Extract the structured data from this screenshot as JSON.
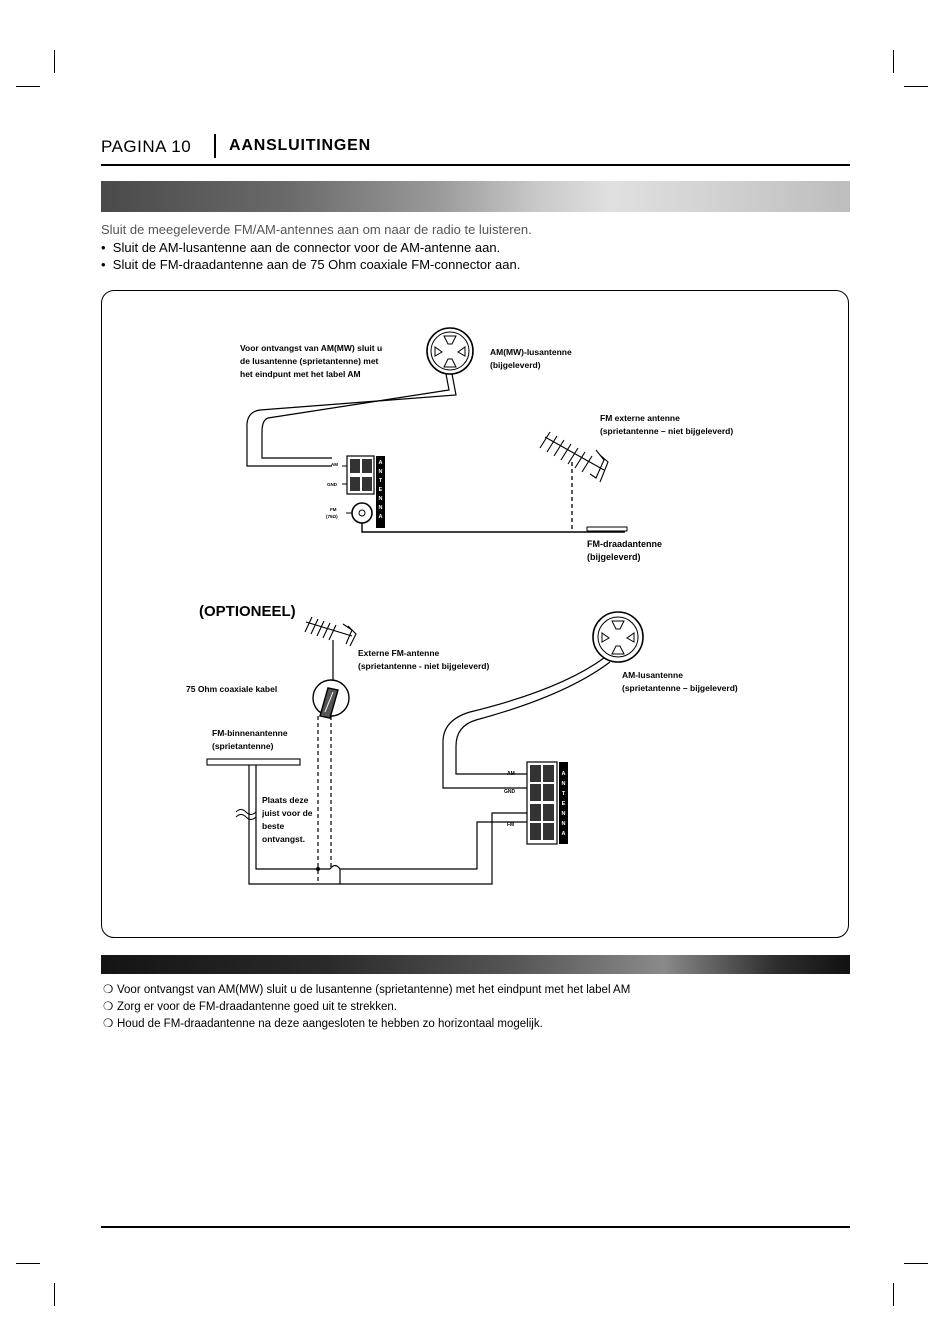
{
  "header": {
    "page_label": "PAGINA 10",
    "section_title": "AANSLUITINGEN"
  },
  "intro": {
    "lead": "Sluit de meegeleverde FM/AM-antennes aan om naar de radio te luisteren.",
    "bullets": [
      "Sluit de AM-lusantenne aan de connector voor de AM-antenne aan.",
      "Sluit de FM-draadantenne aan de 75 Ohm coaxiale FM-connector aan."
    ],
    "bullet_char": "•"
  },
  "diagram_top": {
    "am_note": [
      "Voor ontvangst van AM(MW) sluit u",
      "de lusantenne (sprietantenne) met",
      "het eindpunt met het label AM"
    ],
    "am_loop": [
      "AM(MW)-lusantenne",
      "(bijgeleverd)"
    ],
    "fm_external": [
      "FM externe antenne",
      "(sprietantenne – niet bijgeleverd)"
    ],
    "fm_wire": [
      "FM-draadantenne",
      "(bijgeleverd)"
    ],
    "terminal_am": "AM",
    "terminal_gnd": "GND",
    "terminal_fm": [
      "FM",
      "(75Ω)"
    ],
    "antenna_word": [
      "A",
      "N",
      "T",
      "E",
      "N",
      "N",
      "A"
    ]
  },
  "diagram_bottom": {
    "optional": "(OPTIONEEL)",
    "ext_fm": [
      "Externe FM-antenne",
      "(sprietantenne - niet bijgeleverd)"
    ],
    "coax": "75 Ohm coaxiale kabel",
    "indoor_fm": [
      "FM-binnenantenne",
      "(sprietantenne)"
    ],
    "placement": [
      "Plaats deze",
      "juist voor de",
      "beste",
      "ontvangst."
    ],
    "am_loop": [
      "AM-lusantenne",
      "(sprietantenne – bijgeleverd)"
    ],
    "terminal_am": "AM",
    "terminal_gnd": "GND",
    "terminal_fm": "FM",
    "antenna_word": [
      "A",
      "N",
      "T",
      "E",
      "N",
      "N",
      "A"
    ]
  },
  "notes": {
    "bullet_char": "❍",
    "items": [
      "Voor ontvangst van AM(MW) sluit u de lusantenne (sprietantenne) met het eindpunt met het label AM",
      "Zorg er voor de FM-draadantenne goed uit te strekken.",
      "Houd de FM-draadantenne na deze aangesloten te hebben zo horizontaal mogelijk."
    ]
  }
}
